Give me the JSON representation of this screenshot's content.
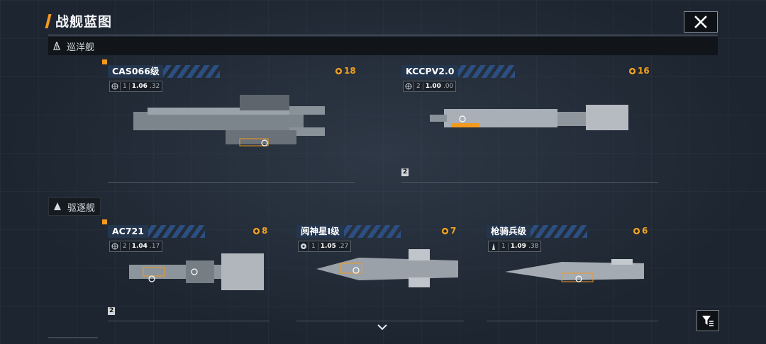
{
  "page_title": "战舰蓝图",
  "sections": {
    "cruiser_label": "巡洋舰",
    "destroyer_label": "驱逐舰"
  },
  "colors": {
    "accent_orange": "#f39a1e",
    "name_stripe_blue": "#2c4f82",
    "background": "#1d2530"
  },
  "cards": [
    {
      "name": "CAS066级",
      "cost": "18",
      "level": "1",
      "version": "1.06",
      "version_minor": ".32",
      "tier_badge": "",
      "type_icon": "globe-icon"
    },
    {
      "name": "KCCPV2.0",
      "cost": "16",
      "level": "2",
      "version": "1.00",
      "version_minor": ".00",
      "tier_badge": "2",
      "type_icon": "globe-icon"
    },
    {
      "name": "AC721",
      "cost": "8",
      "level": "2",
      "version": "1.04",
      "version_minor": ".17",
      "tier_badge": "2",
      "type_icon": "globe-icon"
    },
    {
      "name": "阋神星I级",
      "cost": "7",
      "level": "1",
      "version": "1.05",
      "version_minor": ".27",
      "tier_badge": "",
      "type_icon": "disc-icon"
    },
    {
      "name": "枪骑兵级",
      "cost": "6",
      "level": "1",
      "version": "1.09",
      "version_minor": ".38",
      "tier_badge": "",
      "type_icon": "spire-icon"
    }
  ]
}
